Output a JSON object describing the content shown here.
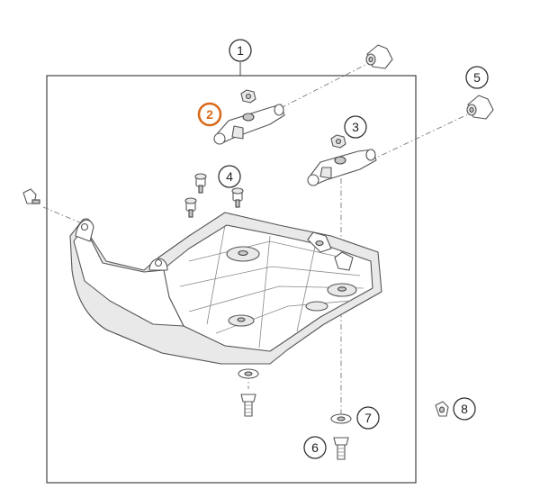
{
  "diagram": {
    "callouts": [
      {
        "id": "c1",
        "label": "1",
        "highlight": false
      },
      {
        "id": "c2",
        "label": "2",
        "highlight": true
      },
      {
        "id": "c3",
        "label": "3",
        "highlight": false
      },
      {
        "id": "c4",
        "label": "4",
        "highlight": false
      },
      {
        "id": "c5",
        "label": "5",
        "highlight": false
      },
      {
        "id": "c6",
        "label": "6",
        "highlight": false
      },
      {
        "id": "c7",
        "label": "7",
        "highlight": false
      },
      {
        "id": "c8",
        "label": "8",
        "highlight": false
      }
    ],
    "highlight_color": "#d86a1a",
    "line_color": "#333333"
  }
}
